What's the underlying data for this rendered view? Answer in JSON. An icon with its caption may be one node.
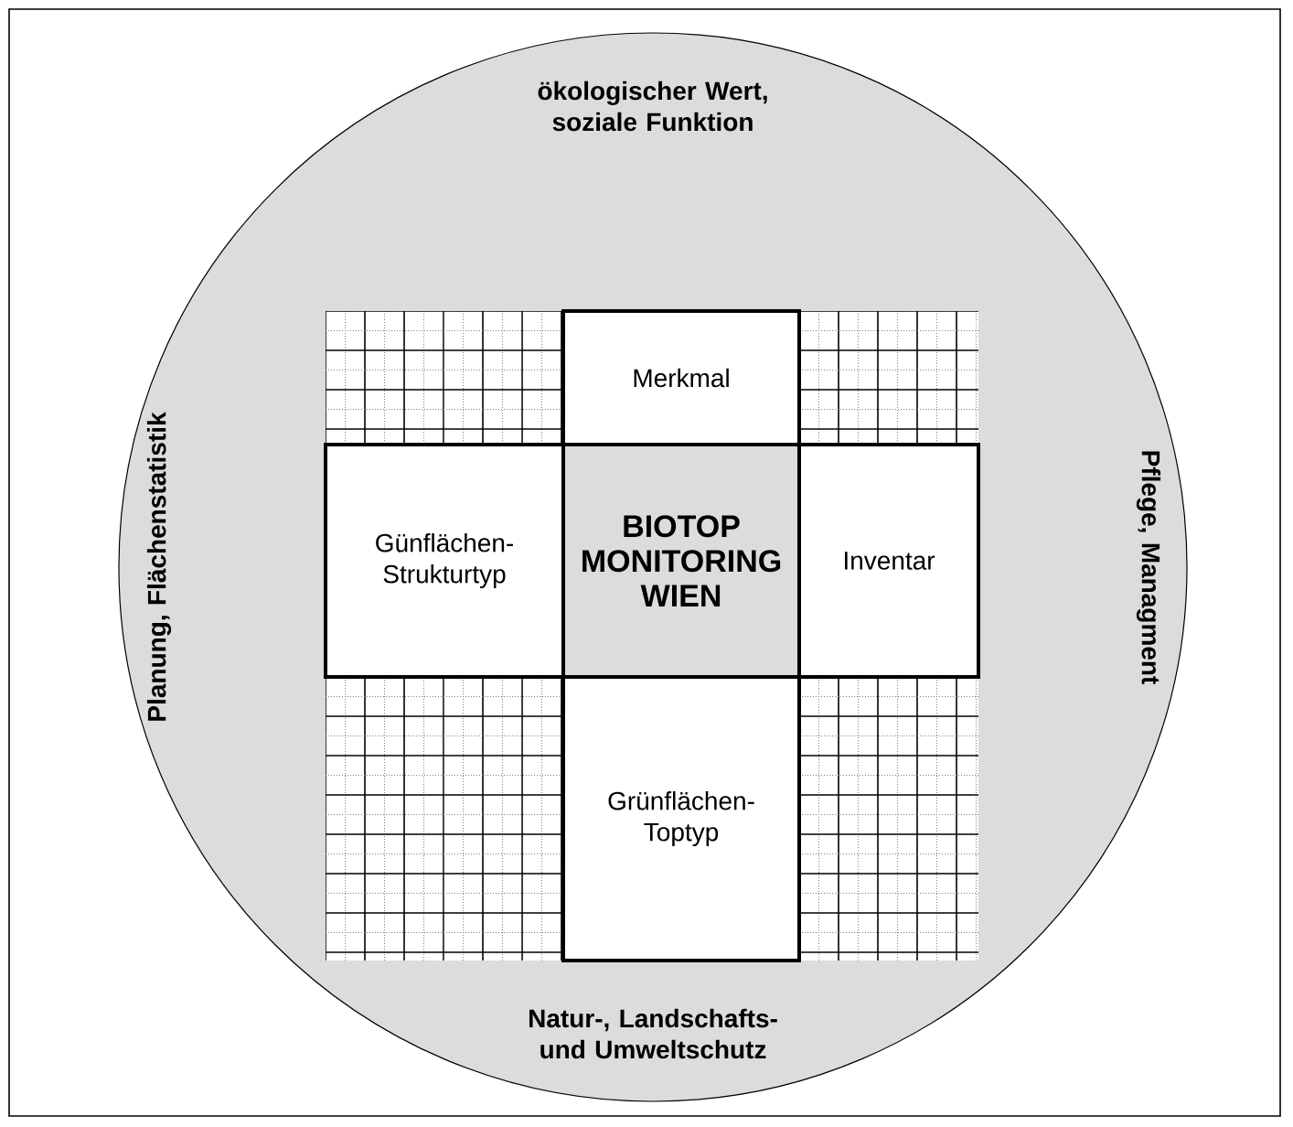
{
  "diagram": {
    "nodes": [
      {
        "text": [
          "ökologischer Wert, soziale Funktion",
          "Pflege, Managment",
          "Natur-, Landschafts- und Umweltschutz",
          "Planung, Flächenstatistik"
        ]
      },
      {
        "text": [
          "Merkmal"
        ],
        "in": 0
      },
      {
        "text": [
          "Günflächen- Strukturtyp"
        ],
        "in": 0
      },
      {
        "text": [
          "BIOTOP MONITORING WIEN"
        ],
        "in": 0
      },
      {
        "text": [
          "Inventar"
        ],
        "in": 0
      },
      {
        "text": [
          "Grünflächen- Toptyp"
        ],
        "in": 0
      }
    ]
  }
}
